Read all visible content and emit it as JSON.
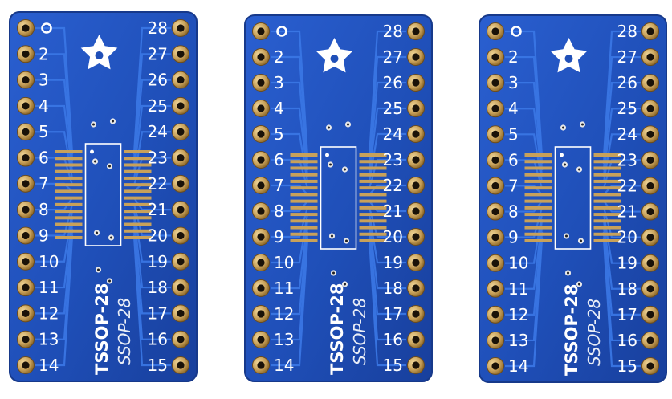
{
  "colors": {
    "background": "#ffffff",
    "board": "#1f4fb8",
    "board_edge": "#17398a",
    "trace": "#3b78e6",
    "copper_gold": "#c8a15a",
    "copper_dark": "#6b4b1c",
    "hole": "#1a1208",
    "silkscreen": "#ffffff"
  },
  "boards": [
    {
      "name": "board-left",
      "footprint_label": "TSSOP-28",
      "handwritten_mark": "SSOP-28",
      "left_pins": [
        "",
        "2",
        "3",
        "4",
        "5",
        "6",
        "7",
        "8",
        "9",
        "10",
        "11",
        "12",
        "13",
        "14"
      ],
      "right_pins": [
        "28",
        "27",
        "26",
        "25",
        "24",
        "23",
        "22",
        "21",
        "20",
        "19",
        "18",
        "17",
        "16",
        "15"
      ]
    },
    {
      "name": "board-middle",
      "footprint_label": "TSSOP-28",
      "handwritten_mark": "SSOP-28",
      "left_pins": [
        "",
        "2",
        "3",
        "4",
        "5",
        "6",
        "7",
        "8",
        "9",
        "10",
        "11",
        "12",
        "13",
        "14"
      ],
      "right_pins": [
        "28",
        "27",
        "26",
        "25",
        "24",
        "23",
        "22",
        "21",
        "20",
        "19",
        "18",
        "17",
        "16",
        "15"
      ]
    },
    {
      "name": "board-right",
      "footprint_label": "TSSOP-28",
      "handwritten_mark": "SSOP-28",
      "left_pins": [
        "",
        "2",
        "3",
        "4",
        "5",
        "6",
        "7",
        "8",
        "9",
        "10",
        "11",
        "12",
        "13",
        "14"
      ],
      "right_pins": [
        "28",
        "27",
        "26",
        "25",
        "24",
        "23",
        "22",
        "21",
        "20",
        "19",
        "18",
        "17",
        "16",
        "15"
      ]
    }
  ],
  "icons": {
    "logo": "star-flower-logo",
    "pin1_marker": "pin1-circle-marker"
  }
}
